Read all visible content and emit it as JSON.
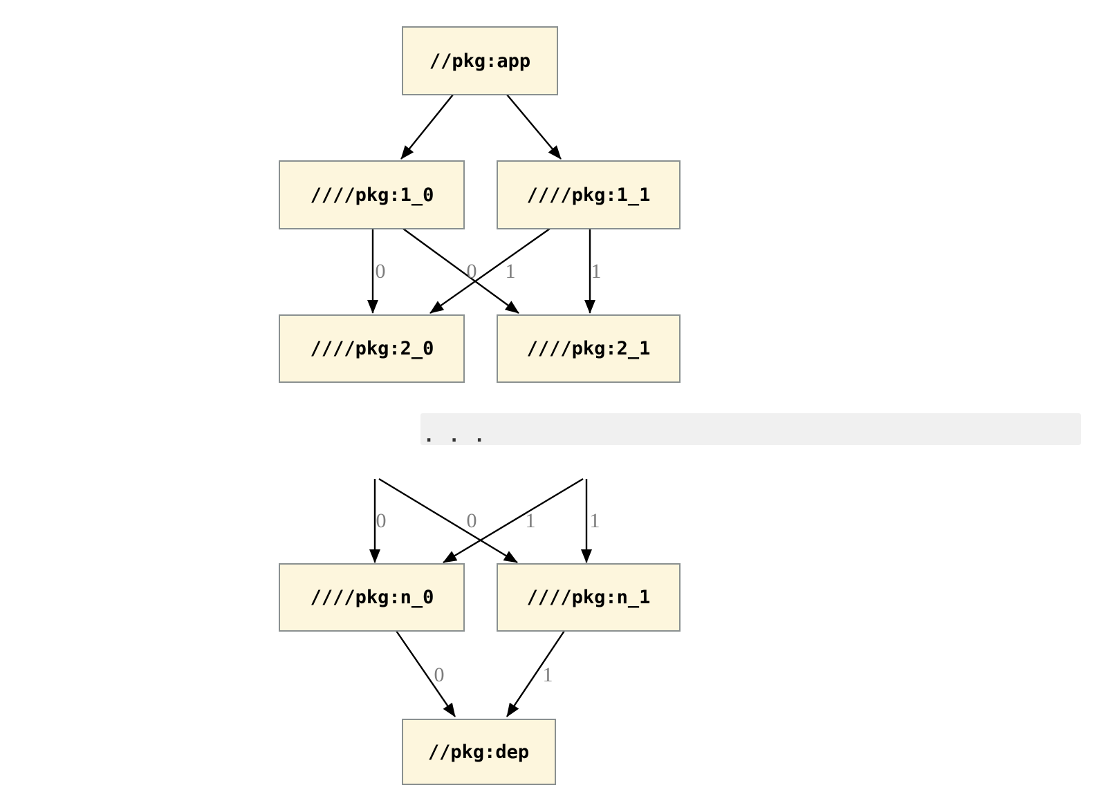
{
  "graph": {
    "kind": "build-dependency-diagram",
    "direction": "top-down",
    "nodes": {
      "app": {
        "label": "//pkg:app"
      },
      "l1_0": {
        "label": "////pkg:1_0"
      },
      "l1_1": {
        "label": "////pkg:1_1"
      },
      "l2_0": {
        "label": "////pkg:2_0"
      },
      "l2_1": {
        "label": "////pkg:2_1"
      },
      "ln_0": {
        "label": "////pkg:n_0"
      },
      "ln_1": {
        "label": "////pkg:n_1"
      },
      "dep": {
        "label": "//pkg:dep"
      }
    },
    "edges": [
      {
        "from": "app",
        "to": "l1_0",
        "label": ""
      },
      {
        "from": "app",
        "to": "l1_1",
        "label": ""
      },
      {
        "from": "l1_0",
        "to": "l2_0",
        "label": "0"
      },
      {
        "from": "l1_0",
        "to": "l2_1",
        "label": "1"
      },
      {
        "from": "l1_1",
        "to": "l2_0",
        "label": "0"
      },
      {
        "from": "l1_1",
        "to": "l2_1",
        "label": "1"
      },
      {
        "from": "omitted_prev_0",
        "to": "ln_0",
        "label": "0"
      },
      {
        "from": "omitted_prev_0",
        "to": "ln_1",
        "label": "1"
      },
      {
        "from": "omitted_prev_1",
        "to": "ln_0",
        "label": "0"
      },
      {
        "from": "omitted_prev_1",
        "to": "ln_1",
        "label": "1"
      },
      {
        "from": "ln_0",
        "to": "dep",
        "label": "0"
      },
      {
        "from": "ln_1",
        "to": "dep",
        "label": "1"
      }
    ],
    "ellipsis": {
      "label": ". . ."
    },
    "colors": {
      "background": "#FFFFFF",
      "node_fill": "#FDF6DD",
      "node_border": "#8A9090",
      "node_text": "#000000",
      "edge": "#000000",
      "edge_label": "#7D7D7D",
      "ellipsis_bar": "#F0F0F0",
      "ellipsis_dots": "#333333"
    }
  }
}
